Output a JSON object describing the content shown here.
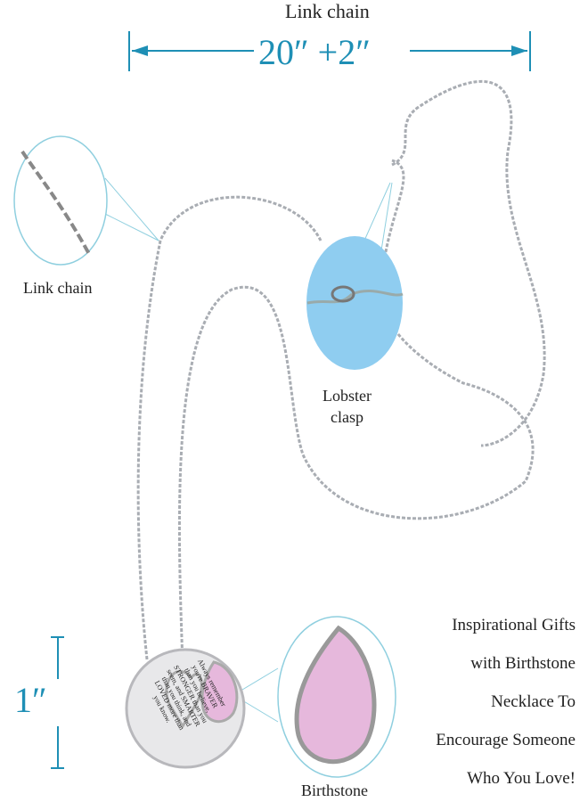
{
  "labels": {
    "top_title": "Link chain",
    "length": "20″ +2″",
    "link_chain_callout": "Link chain",
    "lobster_clasp_line1": "Lobster",
    "lobster_clasp_line2": "clasp",
    "birthstone": "Birthstone",
    "pendant_size": "1″"
  },
  "tagline": [
    "Inspirational Gifts",
    "with Birthstone",
    "Necklace To",
    "Encourage Someone",
    "Who You Love!"
  ],
  "pendant_engraving": [
    "Always remember",
    "you're BRAVER",
    "than you believe,",
    "STRONGER than you",
    "seem, and SMARTER",
    "than you think, and",
    "LOVED more than",
    "you know."
  ],
  "colors": {
    "accent": "#1e8fb5",
    "clasp_circle": "#8fcdf0",
    "stone": "#e6b8dc",
    "chain": "#a9adb3"
  }
}
